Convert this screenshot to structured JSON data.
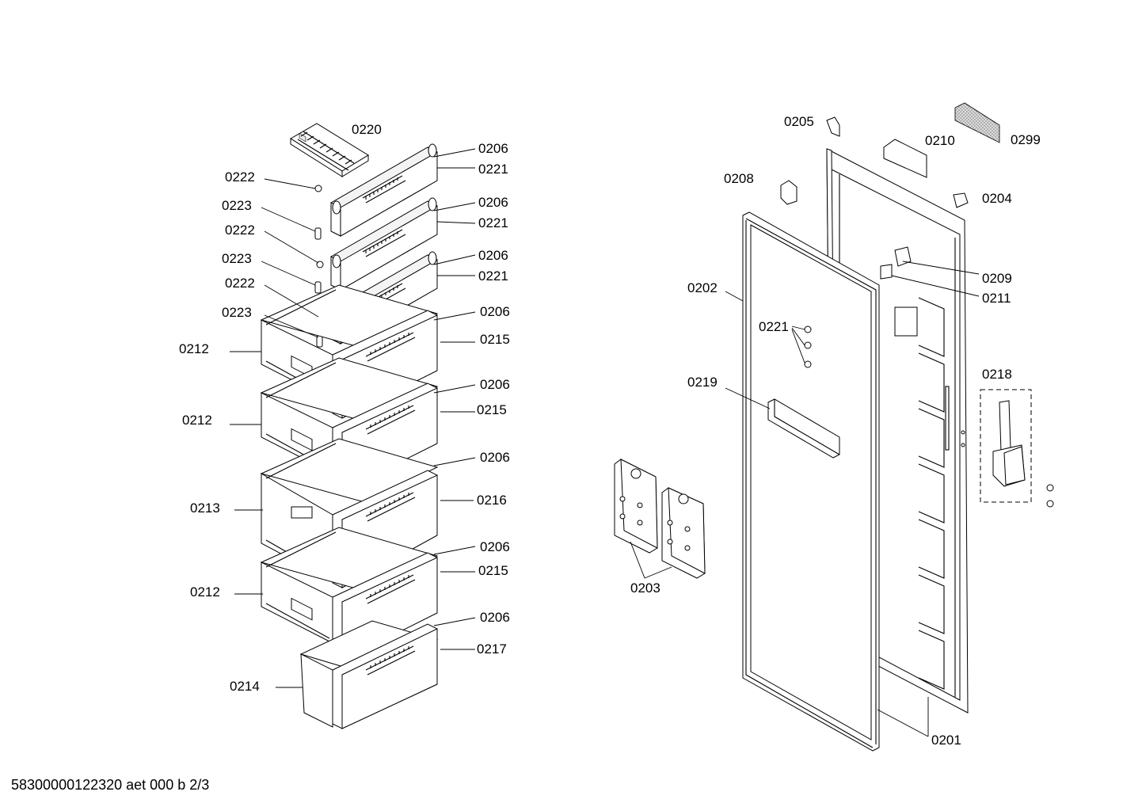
{
  "diagram": {
    "left_labels": [
      "0220",
      "0206",
      "0221",
      "0222",
      "0223",
      "0206",
      "0221",
      "0222",
      "0223",
      "0206",
      "0221",
      "0222",
      "0223",
      "0212",
      "0206",
      "0215",
      "0212",
      "0206",
      "0215",
      "0213",
      "0206",
      "0216",
      "0212",
      "0206",
      "0215",
      "0206",
      "0217",
      "0214"
    ],
    "right_labels": [
      "0205",
      "0210",
      "0299",
      "0208",
      "0204",
      "0202",
      "0209",
      "0211",
      "0221",
      "0218",
      "0219",
      "0203",
      "0201"
    ],
    "footer": "58300000122320 aet 000 b 2/3"
  }
}
